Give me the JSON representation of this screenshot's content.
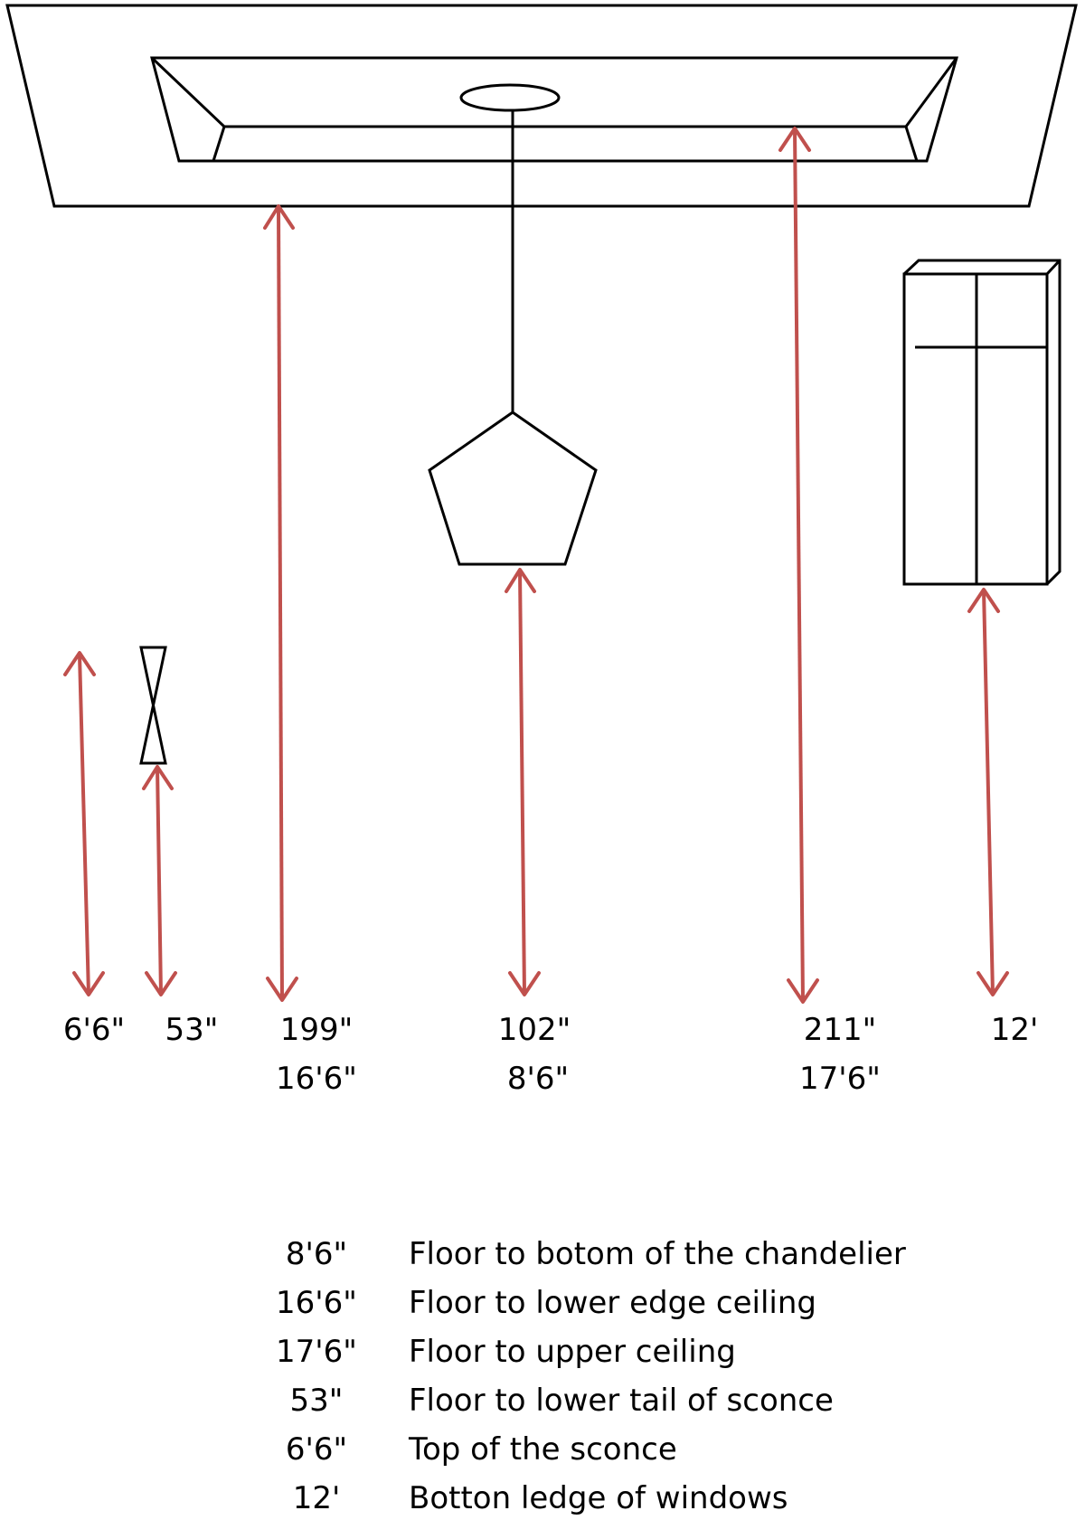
{
  "colors": {
    "dimension_arrow": "#c0504d",
    "outline": "#000000",
    "background": "#ffffff"
  },
  "dimension_labels": {
    "sconce_top": {
      "line1": "6'6\""
    },
    "sconce_tail": {
      "line1": "53\""
    },
    "lower_ceiling": {
      "line1": "199\"",
      "line2": "16'6\""
    },
    "chandelier": {
      "line1": "102\"",
      "line2": "8'6\""
    },
    "upper_ceiling": {
      "line1": "211\"",
      "line2": "17'6\""
    },
    "window_ledge": {
      "line1": "12'"
    }
  },
  "legend": [
    {
      "value": "8'6\"",
      "description": "Floor to botom of the chandelier"
    },
    {
      "value": "16'6\"",
      "description": "Floor to lower edge ceiling"
    },
    {
      "value": "17'6\"",
      "description": "Floor to upper ceiling"
    },
    {
      "value": "53\"",
      "description": "Floor to lower tail of sconce"
    },
    {
      "value": "6'6\"",
      "description": "Top of the sconce"
    },
    {
      "value": "12'",
      "description": "Botton ledge of windows"
    }
  ]
}
